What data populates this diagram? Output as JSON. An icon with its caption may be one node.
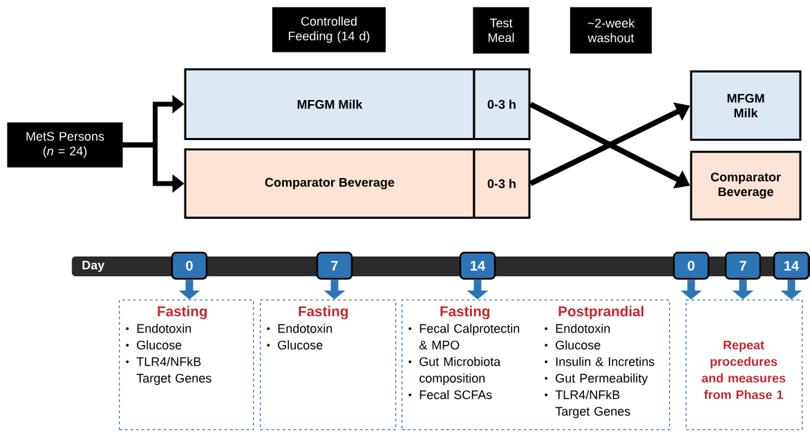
{
  "diagram": {
    "nodes": [
      {
        "text": [
          "MetS Persons (*n* = 24)"
        ]
      },
      {
        "text": [
          "Controlled Feeding (14 d)"
        ]
      },
      {
        "text": [
          "Test Meal"
        ]
      },
      {
        "text": [
          "~2-week washout"
        ]
      },
      {
        "text": [
          "MFGM Milk"
        ]
      },
      {
        "text": [
          "0-3 h"
        ]
      },
      {
        "text": [
          "Comparator Beverage"
        ]
      },
      {
        "text": [
          "0-3 h"
        ]
      },
      {
        "text": [
          "MFGM Milk"
        ]
      },
      {
        "text": [
          "Comparator Beverage"
        ]
      },
      {
        "text": [
          "Day"
        ]
      },
      {
        "text": [
          "0"
        ]
      },
      {
        "text": [
          "7"
        ]
      },
      {
        "text": [
          "14"
        ]
      },
      {
        "text": [
          "0"
        ]
      },
      {
        "text": [
          "7"
        ]
      },
      {
        "text": [
          "14"
        ]
      },
      {
        "text": [
          "Fasting",
          "Endotoxin",
          "Glucose",
          "TLR4/NFkB Target Genes"
        ]
      },
      {
        "text": [
          "Fasting",
          "Endotoxin",
          "Glucose"
        ]
      },
      {
        "text": [
          "Fasting",
          "Fecal Calprotectin & MPO",
          "Gut Microbiota composition",
          "Fecal SCFAs",
          "Postprandial",
          "Endotoxin",
          "Glucose",
          "Insulin & Incretins",
          "Gut Permeability",
          "TLR4/NFkB Target Genes"
        ]
      },
      {
        "text": [
          "Repeat procedures and measures from Phase 1"
        ]
      }
    ],
    "edges": [
      {
        "from": 0,
        "to": 4,
        "arrow": "to",
        "color": "#000000"
      },
      {
        "from": 0,
        "to": 6,
        "arrow": "to",
        "color": "#000000"
      },
      {
        "from": 5,
        "to": 9,
        "arrow": "to",
        "color": "#000000"
      },
      {
        "from": 7,
        "to": 8,
        "arrow": "to",
        "color": "#000000"
      },
      {
        "from": 11,
        "to": 17,
        "arrow": "to"
      },
      {
        "from": 12,
        "to": 18,
        "arrow": "to"
      },
      {
        "from": 13,
        "to": 19,
        "arrow": "to"
      },
      {
        "from": 14,
        "to": 20,
        "arrow": "to"
      },
      {
        "from": 15,
        "to": 20,
        "arrow": "to"
      },
      {
        "from": 16,
        "to": 20,
        "arrow": "to"
      }
    ]
  }
}
